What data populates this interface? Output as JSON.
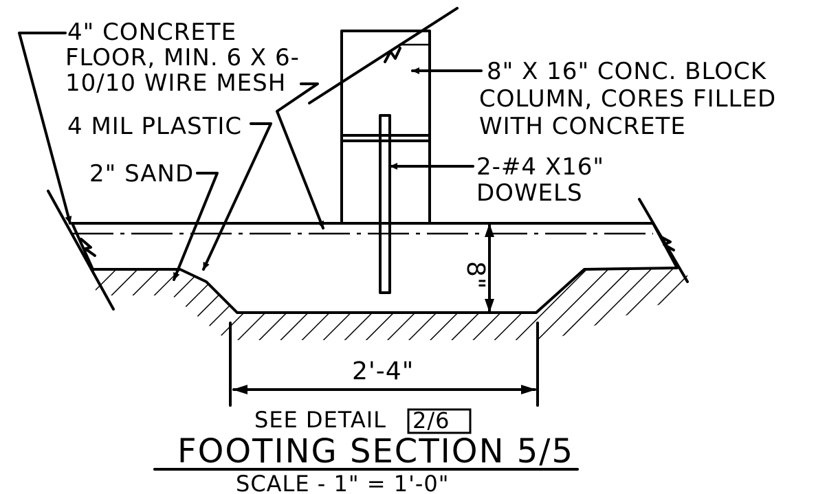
{
  "notes": {
    "floor": [
      "4\" CONCRETE",
      "FLOOR, MIN. 6 X 6-",
      "10/10 WIRE MESH"
    ],
    "plastic": "4 MIL PLASTIC",
    "sand": "2\" SAND",
    "block": [
      "8\" X 16\"  CONC. BLOCK",
      "COLUMN, CORES FILLED",
      "WITH  CONCRETE"
    ],
    "dowels": [
      "2-#4 X16\"",
      "DOWELS"
    ],
    "depth": "8\"",
    "width": "2'-4\""
  },
  "footer": {
    "see_detail": "SEE  DETAIL",
    "detail_ref": "2/6",
    "title": "FOOTING  SECTION  5/5",
    "scale": "SCALE  -  1\"  =  1'-0\""
  }
}
